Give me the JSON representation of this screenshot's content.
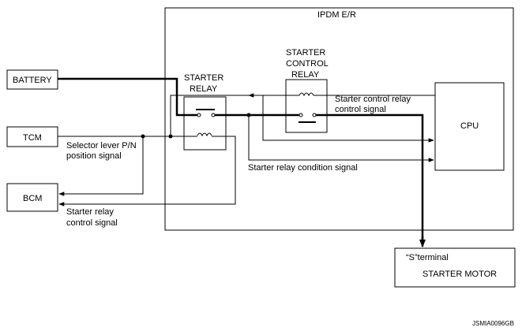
{
  "diagram": {
    "ipdm_title": "IPDM E/R",
    "battery": "BATTERY",
    "tcm": "TCM",
    "bcm": "BCM",
    "cpu": "CPU",
    "starter_relay": [
      "STARTER",
      "RELAY"
    ],
    "starter_control_relay": [
      "STARTER",
      "CONTROL",
      "RELAY"
    ],
    "starter_motor": "STARTER MOTOR",
    "s_terminal": "“S”terminal",
    "signals": {
      "starter_control_relay_signal": [
        "Starter control relay",
        "control signal"
      ],
      "selector_lever": [
        "Selector lever P/N",
        "position signal"
      ],
      "starter_relay_condition": "Starter relay condition signal",
      "starter_relay_control": [
        "Starter relay",
        "control signal"
      ]
    },
    "figure_id": "JSMIA0096GB"
  }
}
